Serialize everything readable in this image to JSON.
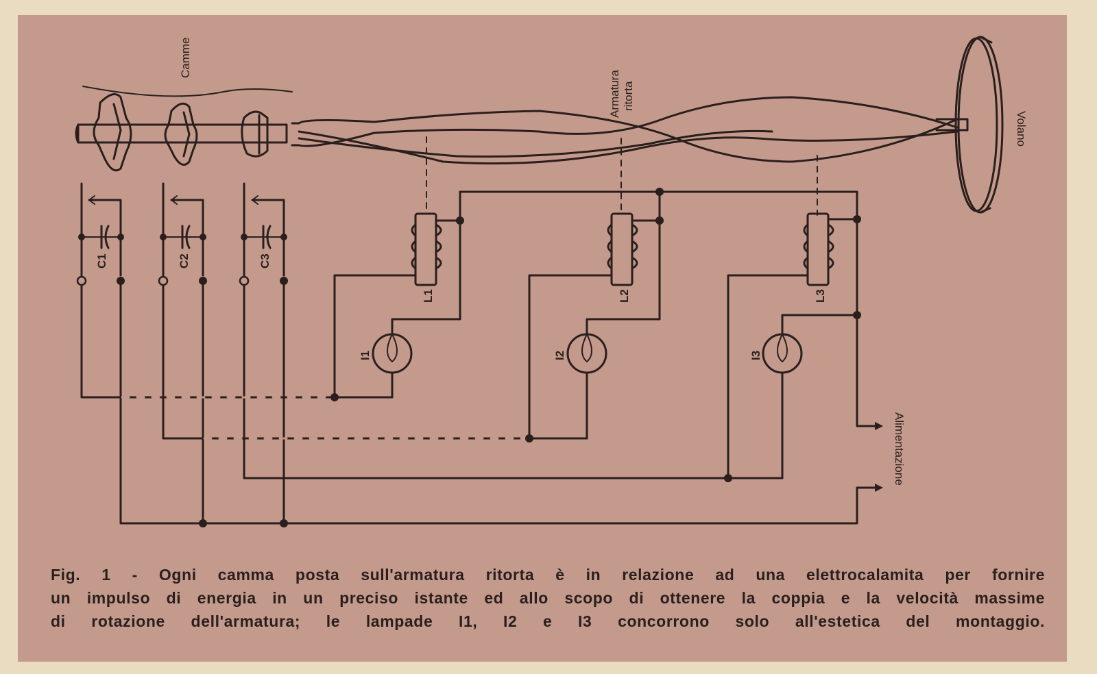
{
  "labels": {
    "camme": "Camme",
    "armatura": "Armatura",
    "ritorta": "ritorta",
    "volano": "Volano",
    "alimentazione": "Alimentazione",
    "c1": "C1",
    "c2": "C2",
    "c3": "C3",
    "l1": "L1",
    "l2": "L2",
    "l3": "L3",
    "i1": "I1",
    "i2": "I2",
    "i3": "I3"
  },
  "caption": {
    "line1": "Fig. 1 - Ogni camma posta sull'armatura ritorta è in relazione ad una elettrocalamita per fornire",
    "line2": "un impulso di energia in un preciso istante ed allo scopo di ottenere la coppia e la velocità massime",
    "line3": "di rotazione dell'armatura; le lampade I1, I2 e I3 concorrono solo all'estetica del montaggio."
  },
  "colors": {
    "paper": "#c39a8c",
    "ink": "#2a1f1d",
    "border": "#e9dcc0"
  }
}
